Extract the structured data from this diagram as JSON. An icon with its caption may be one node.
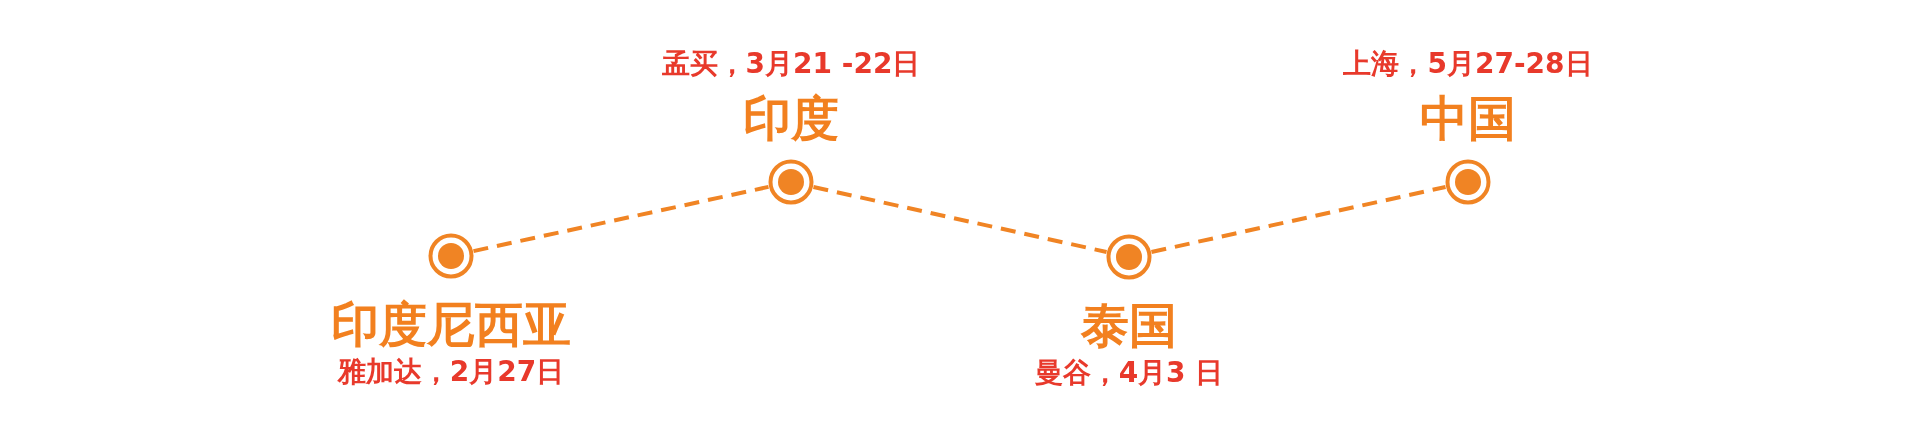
{
  "diagram": {
    "nodes": [
      {
        "text": [
          "印度尼西亚",
          "雅加达，2月27日"
        ]
      },
      {
        "text": [
          "孟买，3月21 -22日",
          "印度"
        ]
      },
      {
        "text": [
          "泰国",
          "曼谷，4月3 日"
        ]
      },
      {
        "text": [
          "上海，5月27-28日",
          "中国"
        ]
      }
    ],
    "edges": [
      {
        "from": 0,
        "to": 1,
        "arrow": "none",
        "style": "dashed"
      },
      {
        "from": 1,
        "to": 2,
        "arrow": "none",
        "style": "dashed"
      },
      {
        "from": 2,
        "to": 3,
        "arrow": "none",
        "style": "dashed"
      }
    ]
  }
}
